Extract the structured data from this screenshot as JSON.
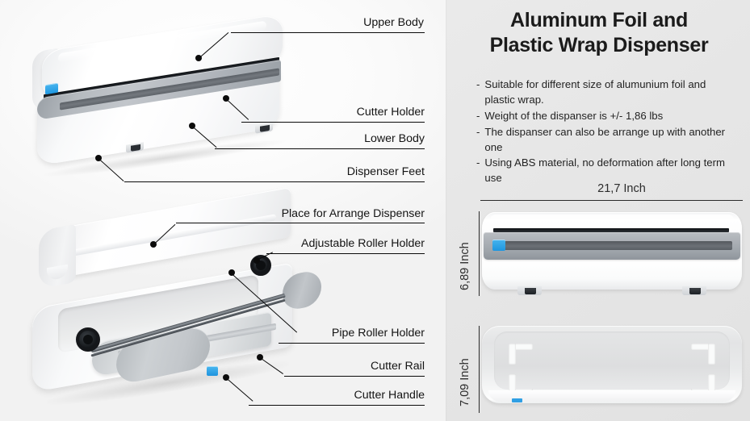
{
  "product": {
    "title_line1": "Aluminum Foil and",
    "title_line2": "Plastic Wrap Dispenser",
    "features": [
      {
        "dash": "-",
        "text": "Suitable for different size of alumunium foil and plastic wrap."
      },
      {
        "dash": "-",
        "text": "Weight of the dispanser is +/- 1,86 lbs"
      },
      {
        "dash": "-",
        "text": "The dispanser can also be arrange up with another one"
      },
      {
        "dash": "-",
        "text": "Using ABS material, no deformation after long term use"
      }
    ]
  },
  "dimensions": {
    "width": "21,7 Inch",
    "height_front": "6,89 Inch",
    "height_bottom": "7,09 Inch"
  },
  "callouts": {
    "upper_body": "Upper Body",
    "cutter_holder": "Cutter Holder",
    "lower_body": "Lower Body",
    "dispenser_feet": "Dispenser Feet",
    "place_for_arrange": "Place for Arrange Dispenser",
    "adjustable_roller_holder": "Adjustable Roller Holder",
    "pipe_roller_holder": "Pipe Roller Holder",
    "cutter_rail": "Cutter Rail",
    "cutter_handle": "Cutter Handle"
  },
  "colors": {
    "accent_blue": "#2f9fe4",
    "panel_left_bg": "#fafafa",
    "panel_right_bg": "#e6e6e6",
    "callout_line": "#0b0b0b",
    "text": "#1b1b1b"
  }
}
